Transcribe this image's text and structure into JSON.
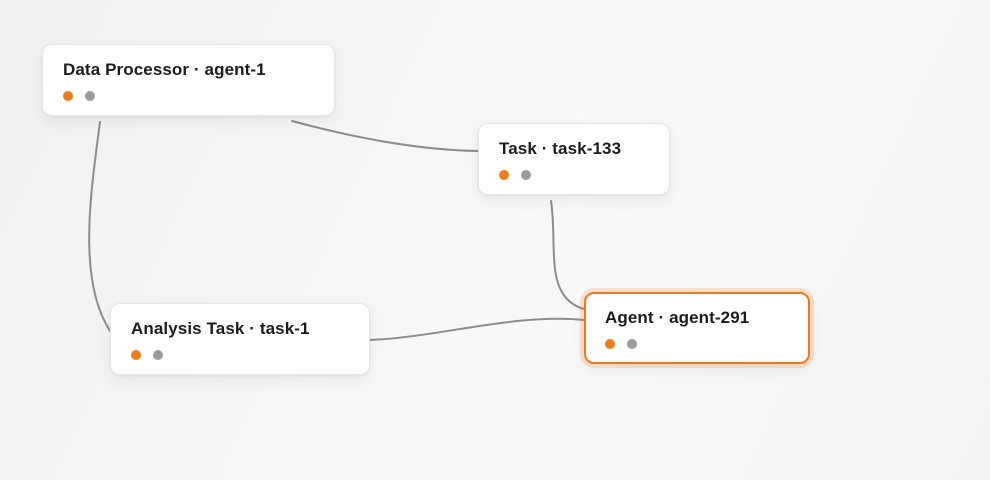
{
  "colors": {
    "accent": "#f0791d",
    "dot-orange": "#ef7d1a",
    "dot-gray": "#9a9a9a",
    "edge": "#8c8c8c",
    "node-bg": "#ffffff",
    "node-border": "#e7e7e7",
    "title": "#1c1c1e"
  },
  "nodes": [
    {
      "label": "Data Processor · agent-1",
      "selected": false
    },
    {
      "label": "Task · task-133",
      "selected": false
    },
    {
      "label": "Analysis Task · task-1",
      "selected": false
    },
    {
      "label": "Agent · agent-291",
      "selected": true
    }
  ],
  "edges": [
    {
      "from": "Data Processor · agent-1",
      "to": "Task · task-133"
    },
    {
      "from": "Data Processor · agent-1",
      "to": "Analysis Task · task-1"
    },
    {
      "from": "Task · task-133",
      "to": "Agent · agent-291"
    },
    {
      "from": "Analysis Task · task-1",
      "to": "Agent · agent-291"
    }
  ]
}
